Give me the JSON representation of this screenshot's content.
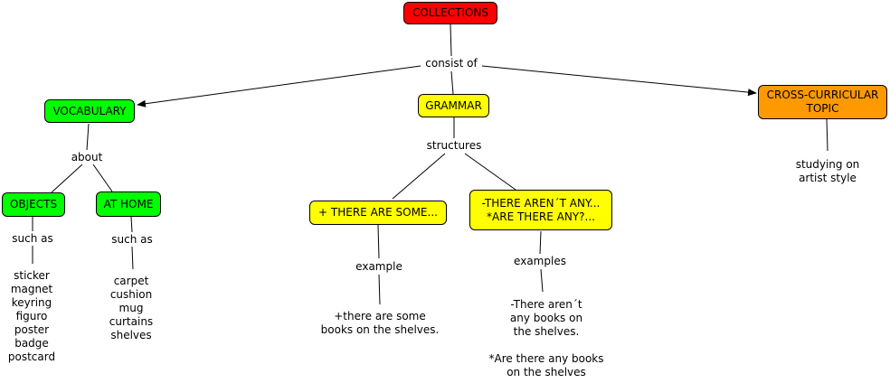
{
  "nodes": {
    "collections": "COLLECTIONS",
    "vocabulary": "VOCABULARY",
    "grammar": "GRAMMAR",
    "cross_curricular": "CROSS-CURRICULAR\nTOPIC",
    "objects": "OBJECTS",
    "at_home": "AT HOME",
    "there_are_some": "+ THERE ARE SOME...",
    "there_arent_any": "-THERE AREN´T ANY...\n*ARE THERE ANY?..."
  },
  "links": {
    "consist_of": "consist of",
    "about": "about",
    "structures": "structures",
    "such_as_objects": "such as",
    "such_as_home": "such as",
    "example": "example",
    "examples": "examples"
  },
  "texts": {
    "studying": "studying on\nartist style",
    "objects_list": "sticker\nmagnet\nkeyring\nfiguro\nposter\nbadge\npostcard",
    "home_list": "carpet\ncushion\nmug\ncurtains\nshelves",
    "some_example": "+there are some\nbooks on the shelves.",
    "any_examples": "-There aren´t\nany books on\nthe shelves.\n\n*Are there any books\non the shelves"
  },
  "colors": {
    "collections": "#ff0000",
    "vocabulary": "#00ff00",
    "grammar": "#ffff00",
    "cross_curricular": "#ff9900",
    "line": "#000000"
  }
}
